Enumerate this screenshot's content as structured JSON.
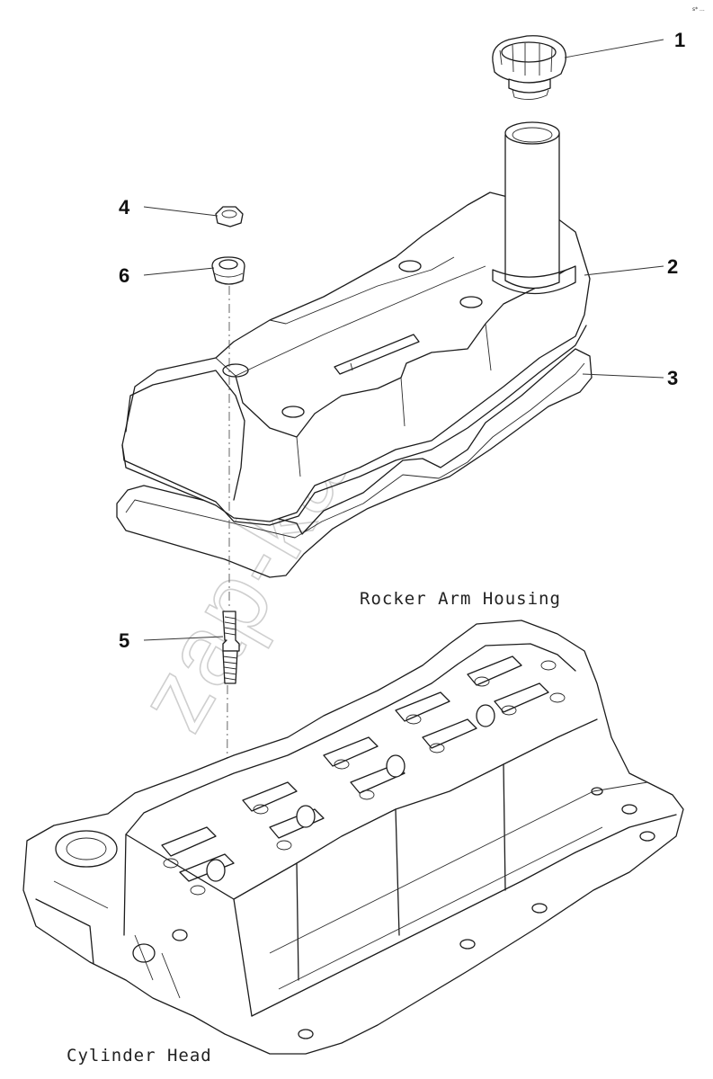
{
  "callouts": [
    {
      "number": "1",
      "part": "oil-filler-cap"
    },
    {
      "number": "2",
      "part": "rocker-cover"
    },
    {
      "number": "3",
      "part": "rocker-cover-gasket"
    },
    {
      "number": "4",
      "part": "cover-nut"
    },
    {
      "number": "5",
      "part": "cover-stud"
    },
    {
      "number": "6",
      "part": "isolator-grommet"
    }
  ],
  "labels": {
    "rocker_arm_housing": "Rocker Arm Housing",
    "cylinder_head": "Cylinder Head"
  },
  "watermark": "zap-kam.ru",
  "corner_mark": "s* ..."
}
